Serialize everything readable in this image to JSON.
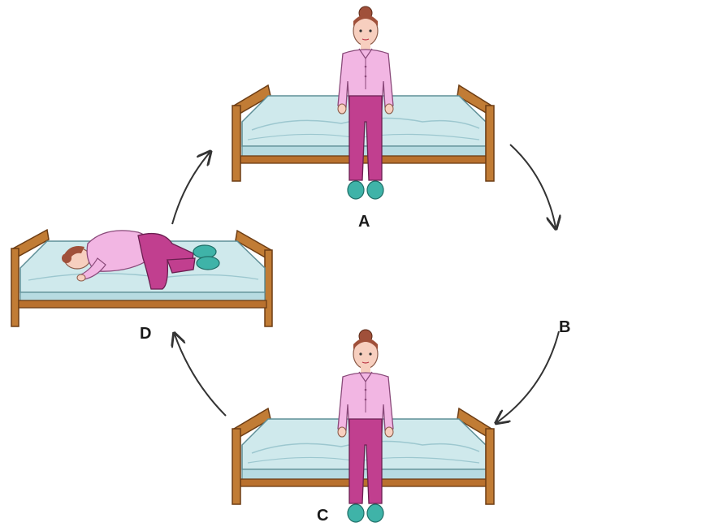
{
  "steps": [
    {
      "id": "A",
      "label": "A"
    },
    {
      "id": "B",
      "label": "B"
    },
    {
      "id": "C",
      "label": "C"
    },
    {
      "id": "D",
      "label": "D"
    }
  ],
  "colors": {
    "wood": "#b9712e",
    "wood_dark": "#7a4416",
    "sheet": "#cfe9ec",
    "sheet_shadow": "#a9cfd6",
    "shirt": "#f2b6e3",
    "pants": "#c13f8f",
    "slipper": "#3fb3a8",
    "skin": "#f7cfbf",
    "hair": "#a0503a",
    "arrow": "#333333"
  }
}
